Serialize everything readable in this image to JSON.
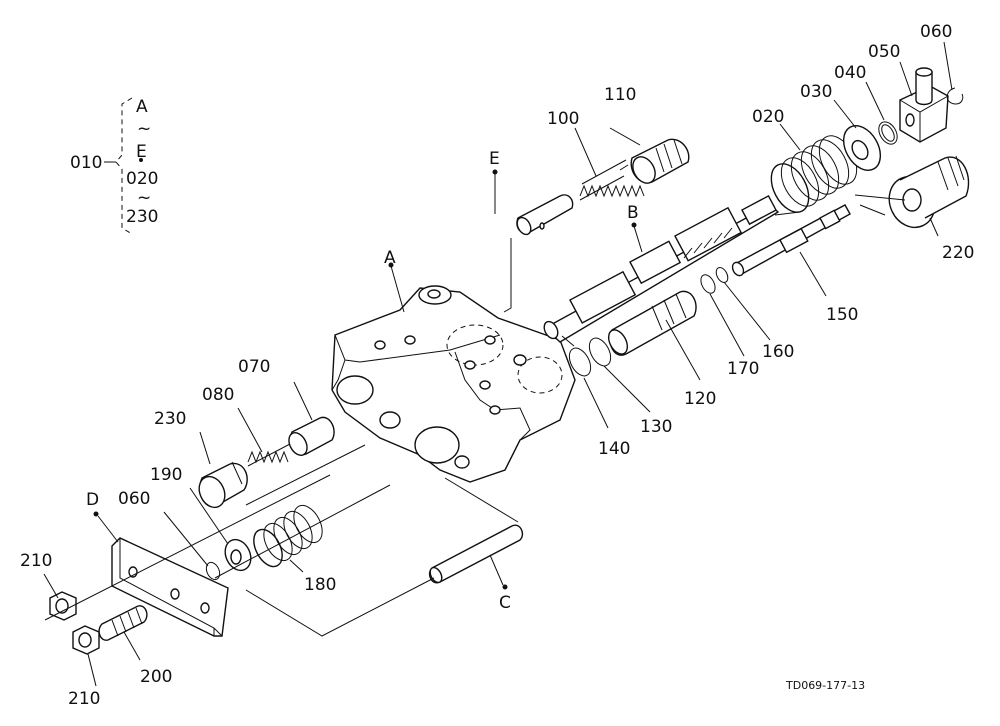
{
  "figure_id": "TD069-177-13",
  "group": {
    "number": "010",
    "lines": [
      "A",
      "~",
      "E",
      "020",
      "~",
      "230"
    ]
  },
  "callouts": {
    "A": "A",
    "B": "B",
    "C": "C",
    "D": "D",
    "E": "E",
    "p020": "020",
    "p030": "030",
    "p040": "040",
    "p050": "050",
    "p060a": "060",
    "p060b": "060",
    "p070": "070",
    "p080": "080",
    "p100": "100",
    "p110": "110",
    "p120": "120",
    "p130": "130",
    "p140": "140",
    "p150": "150",
    "p160": "160",
    "p170": "170",
    "p180": "180",
    "p190": "190",
    "p200": "200",
    "p210a": "210",
    "p210b": "210",
    "p220": "220",
    "p230": "230"
  }
}
